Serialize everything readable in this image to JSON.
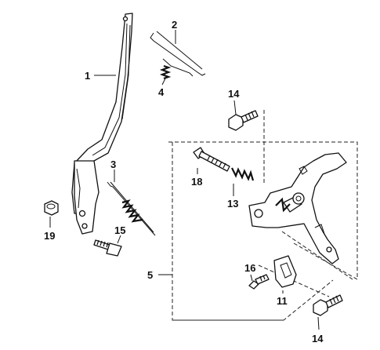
{
  "diagram": {
    "callouts": {
      "p1": "1",
      "p2": "2",
      "p3": "3",
      "p4": "4",
      "p5": "5",
      "p11": "11",
      "p13": "13",
      "p14_top": "14",
      "p14_bottom": "14",
      "p15": "15",
      "p16": "16",
      "p18": "18",
      "p19": "19"
    }
  }
}
